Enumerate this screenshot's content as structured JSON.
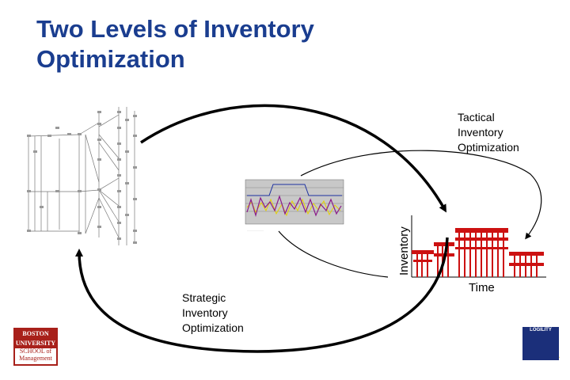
{
  "title": [
    "Two Levels of Inventory",
    "Optimization"
  ],
  "labels": {
    "tactical": [
      "Tactical",
      "Inventory",
      "Optimization"
    ],
    "strategic": [
      "Strategic",
      "Inventory",
      "Optimization"
    ]
  },
  "inventory_chart": {
    "ylabel": "Inventory",
    "xlabel": "Time"
  },
  "logos": {
    "boston": [
      "BOSTON",
      "UNIVERSITY",
      "SCHOOL of",
      "Management"
    ],
    "logility": "LOGILITY"
  },
  "colors": {
    "title": "#1a3d8f",
    "bars": "#cc1111",
    "arrows": "#000000",
    "logo_red": "#a8201a",
    "logo_blue": "#1b2f7a"
  }
}
